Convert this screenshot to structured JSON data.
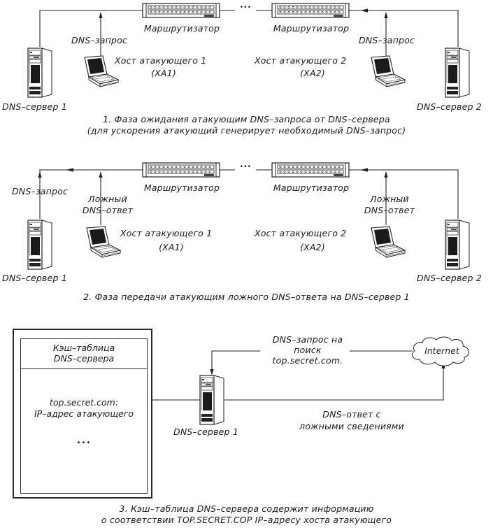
{
  "phase1": {
    "router_left": "Маршрутизатор",
    "router_right": "Маршрутизатор",
    "ellipsis": "•••",
    "dns_request_left": "DNS–запрос",
    "dns_request_right": "DNS–запрос",
    "attacker1_line1": "Хост  атакующего 1",
    "attacker1_line2": "(ХА1)",
    "attacker2_line1": "Хост  атакующего 2",
    "attacker2_line2": "(ХА2)",
    "server1": "DNS–сервер 1",
    "server2": "DNS–сервер 2",
    "caption_line1": "1. Фаза ожидания атакующим DNS–запроса от DNS–сервера",
    "caption_line2": "(для ускорения атакующий генерирует необходимый DNS–запрос)"
  },
  "phase2": {
    "router_left": "Маршрутизатор",
    "router_right": "Маршрутизатор",
    "ellipsis": "•••",
    "dns_request": "DNS–запрос",
    "fake_left_line1": "Ложный",
    "fake_left_line2": "DNS–ответ",
    "fake_right_line1": "Ложный",
    "fake_right_line2": "DNS–ответ",
    "attacker1_line1": "Хост  атакующего 1",
    "attacker1_line2": "(ХА1)",
    "attacker2_line1": "Хост  атакующего 2",
    "attacker2_line2": "(ХА2)",
    "server1": "DNS–сервер 1",
    "server2": "DNS–сервер 2",
    "caption": "2. Фаза передачи атакующим ложного DNS–ответа на DNS–сервер 1"
  },
  "phase3": {
    "cache_title_line1": "Кэш–таблица",
    "cache_title_line2": "DNS–сервера",
    "cache_entry_line1": "top.secret.com:",
    "cache_entry_line2": "IP–адрес атакующего",
    "cache_more": "•••",
    "server": "DNS–сервер 1",
    "request_line1": "DNS–запрос на",
    "request_line2": "поиск",
    "request_line3": "top.secret.com.",
    "internet": "Internet",
    "response_line1": "DNS–ответ с",
    "response_line2": "ложными сведениями",
    "caption_line1": "3. Кэш–таблица DNS–сервера содержит информацию",
    "caption_line2": "о соответствии TOP.SECRET.COP IP–адресу хоста атакующего"
  }
}
